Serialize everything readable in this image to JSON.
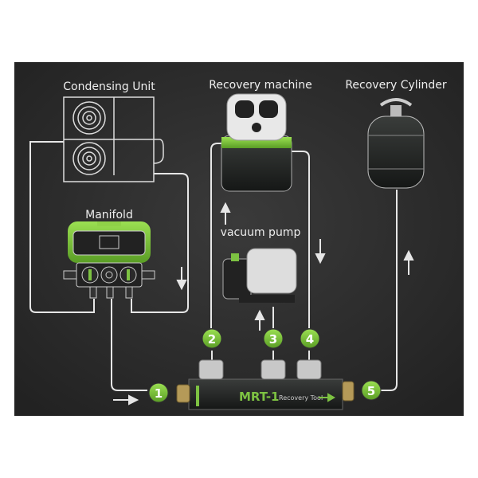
{
  "labels": {
    "condensing_unit": "Condensing Unit",
    "recovery_machine": "Recovery machine",
    "recovery_cylinder": "Recovery Cylinder",
    "manifold": "Manifold",
    "vacuum_pump": "vacuum pump"
  },
  "tool": {
    "name": "MRT-1",
    "subtitle": "Recovery Tool"
  },
  "ports": [
    "1",
    "2",
    "3",
    "4",
    "5"
  ],
  "colors": {
    "accent": "#7dc242",
    "board": "#2e2e2e",
    "line": "#e6e6e6"
  }
}
